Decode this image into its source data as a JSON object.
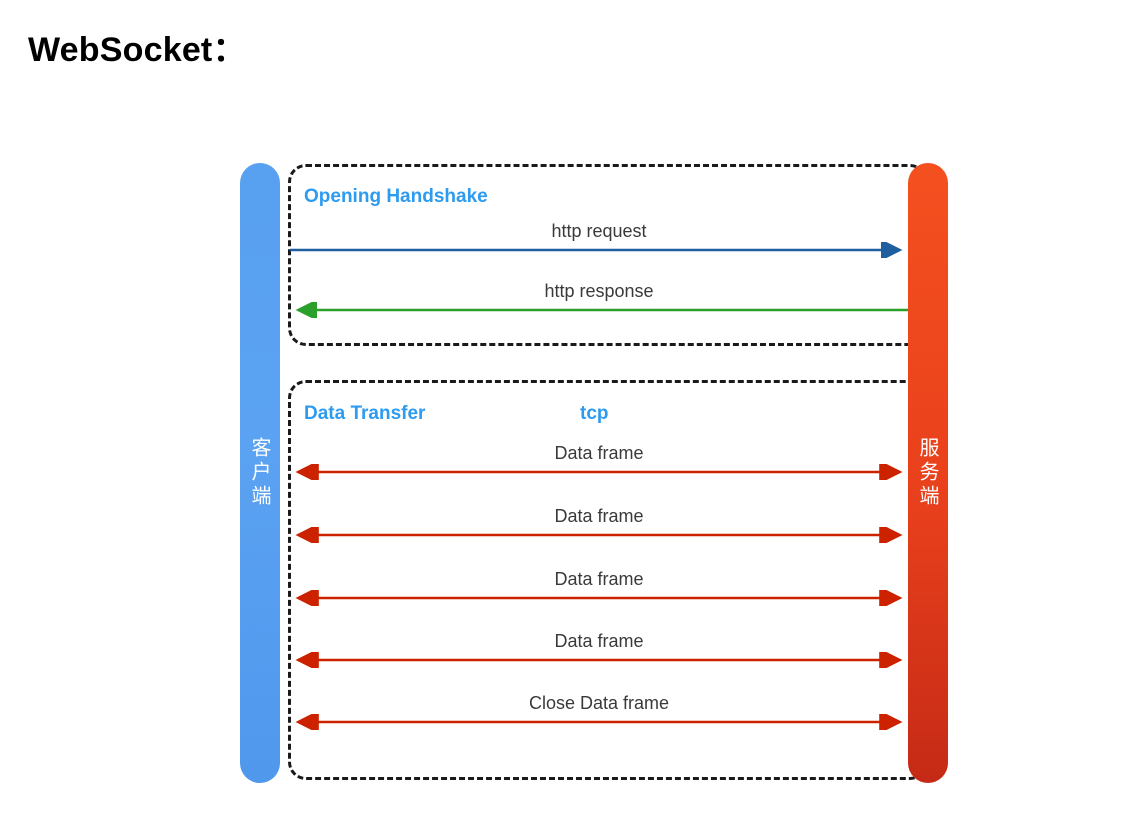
{
  "page": {
    "title": "WebSocket："
  },
  "colors": {
    "client_bar": "#58a0f0",
    "server_bar": "#f4501f",
    "phase_title": "#2d9bf0",
    "label_text": "#3a3a3a",
    "request_arrow": "#1f5fa0",
    "response_arrow": "#2aa02a",
    "data_arrow": "#cc2200",
    "box_border": "#1a1a1a",
    "background": "#ffffff"
  },
  "diagram": {
    "client": {
      "label": "客户端",
      "role": "client"
    },
    "server": {
      "label": "服务端",
      "role": "server"
    },
    "phases": [
      {
        "id": "opening-handshake",
        "title": "Opening Handshake",
        "messages": [
          {
            "label": "http request",
            "direction": "client-to-server",
            "color": "#1f5fa0"
          },
          {
            "label": "http response",
            "direction": "server-to-client",
            "color": "#2aa02a"
          }
        ]
      },
      {
        "id": "data-transfer",
        "title": "Data Transfer",
        "protocol": "tcp",
        "messages": [
          {
            "label": "Data frame",
            "direction": "bidirectional",
            "color": "#cc2200"
          },
          {
            "label": "Data frame",
            "direction": "bidirectional",
            "color": "#cc2200"
          },
          {
            "label": "Data frame",
            "direction": "bidirectional",
            "color": "#cc2200"
          },
          {
            "label": "Data frame",
            "direction": "bidirectional",
            "color": "#cc2200"
          },
          {
            "label": "Close Data frame",
            "direction": "bidirectional",
            "color": "#cc2200"
          }
        ]
      }
    ]
  }
}
